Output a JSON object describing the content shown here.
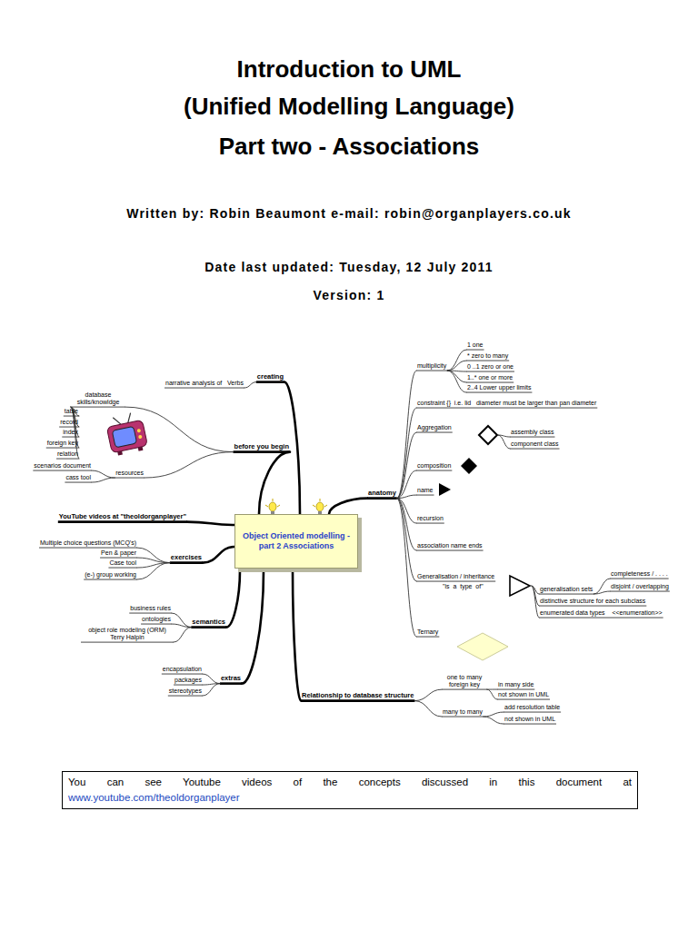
{
  "diagram": {
    "title": "Introduction to UML",
    "nodes": [
      {
        "text": [
          "Object Oriented modelling - part 2 Associations"
        ]
      },
      {
        "text": [
          "You can see Youtube videos of the concepts discussed in this document at",
          "www.youtube.com/theoldorganplayer"
        ]
      }
    ],
    "labels": [
      "(Unified Modelling Language)",
      "Part two - Associations",
      "Written by: Robin Beaumont e-mail: robin@organplayers.co.uk",
      "Date last updated: Tuesday, 12 July 2011",
      "Version: 1",
      "creating",
      "narrative analysis of   Verbs",
      "before you begin",
      "database skills/knowldge",
      "table",
      "record",
      "index",
      "foreign key",
      "relation",
      "resources",
      "scenarios document",
      "cass tool",
      "YouTube videos at \"theoldorganplayer\"",
      "exercises",
      "Multiple choice questions (MCQ's)",
      "Pen & paper",
      "Case tool",
      "(e-) group working",
      "semantics",
      "business rules",
      "ontologies",
      "object role modeling (ORM) Terry Halpin",
      "extras",
      "encapsulation",
      "packages",
      "stereotypes",
      "Relationship to database structure",
      "one to many foreign key",
      "in many side",
      "not shown in UML",
      "many to many",
      "add resolution table",
      "not shown in UML",
      "anatomy",
      "multiplicity",
      "1 one",
      "* zero to many",
      "0 ..1 zero or one",
      "1..* one or more",
      "2..4 Lower upper limits",
      "constraint {}  i.e. lid   diameter must be larger than pan diameter",
      "Aggregation",
      "assembly class",
      "component class",
      "composition",
      "name",
      "recursion",
      "association name ends",
      "Generalisation / inheritance",
      "\"is  a  type  of\"",
      "generalisation sets",
      "completeness / . . . .",
      "disjoint / overlapping",
      "distinctive structure for each subclass",
      "enumerated data types    <<enumeration>>",
      "Ternary"
    ]
  }
}
